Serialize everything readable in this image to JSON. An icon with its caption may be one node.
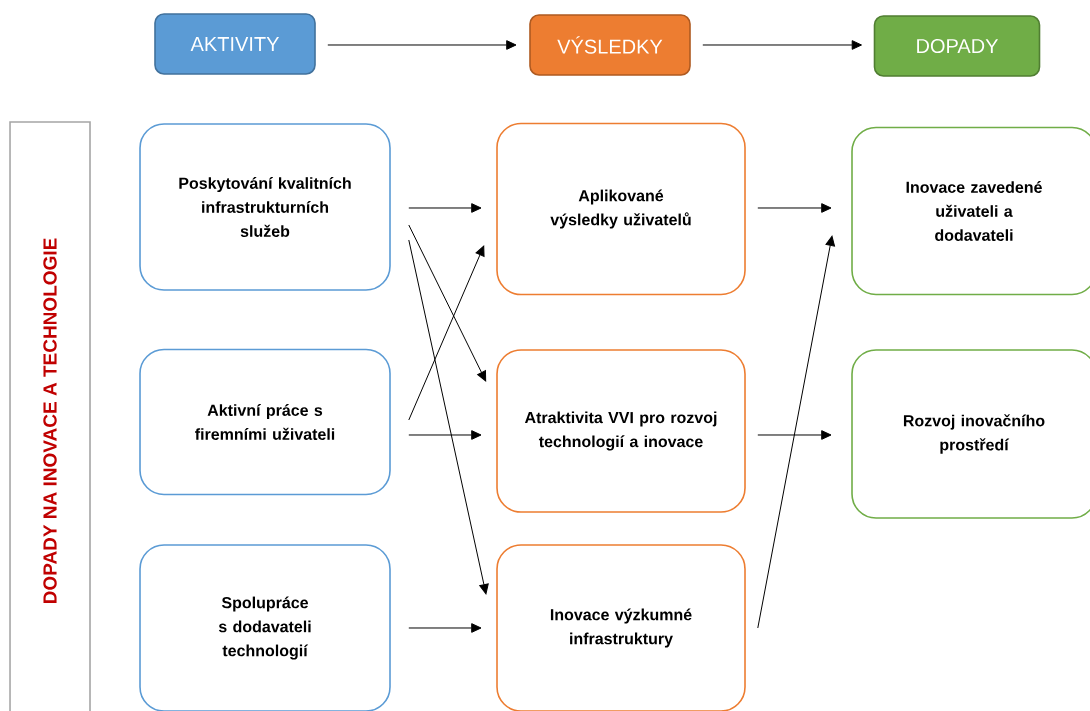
{
  "diagram": {
    "nodes": [
      {
        "text": [
          "AKTIVITY"
        ]
      },
      {
        "text": [
          "VÝSLEDKY"
        ]
      },
      {
        "text": [
          "DOPADY"
        ]
      },
      {
        "text": [
          "DOPADY NA INOVACE A TECHNOLOGIE"
        ]
      },
      {
        "text": [
          "Poskytování kvalitních infrastrukturních služeb"
        ]
      },
      {
        "text": [
          "Aktivní práce s firemními uživateli"
        ]
      },
      {
        "text": [
          "Spolupráce s dodavateli technologií"
        ]
      },
      {
        "text": [
          "Aplikované výsledky uživatelů"
        ]
      },
      {
        "text": [
          "Atraktivita VVI pro rozvoj technologií a inovace"
        ]
      },
      {
        "text": [
          "Inovace výzkumné infrastruktury"
        ]
      },
      {
        "text": [
          "Inovace zavedené uživateli a dodavateli"
        ]
      },
      {
        "text": [
          "Rozvoj inovačního prostředí"
        ]
      }
    ],
    "edges": [
      {
        "from": 0,
        "to": 1,
        "arrow": "to"
      },
      {
        "from": 1,
        "to": 2,
        "arrow": "to"
      },
      {
        "from": 4,
        "to": 7,
        "arrow": "to"
      },
      {
        "from": 4,
        "to": 8,
        "arrow": "to"
      },
      {
        "from": 4,
        "to": 9,
        "arrow": "to"
      },
      {
        "from": 5,
        "to": 7,
        "arrow": "to"
      },
      {
        "from": 5,
        "to": 8,
        "arrow": "to"
      },
      {
        "from": 6,
        "to": 9,
        "arrow": "to"
      },
      {
        "from": 7,
        "to": 10,
        "arrow": "to"
      },
      {
        "from": 8,
        "to": 11,
        "arrow": "to"
      },
      {
        "from": 9,
        "to": 10,
        "arrow": "to"
      }
    ]
  }
}
